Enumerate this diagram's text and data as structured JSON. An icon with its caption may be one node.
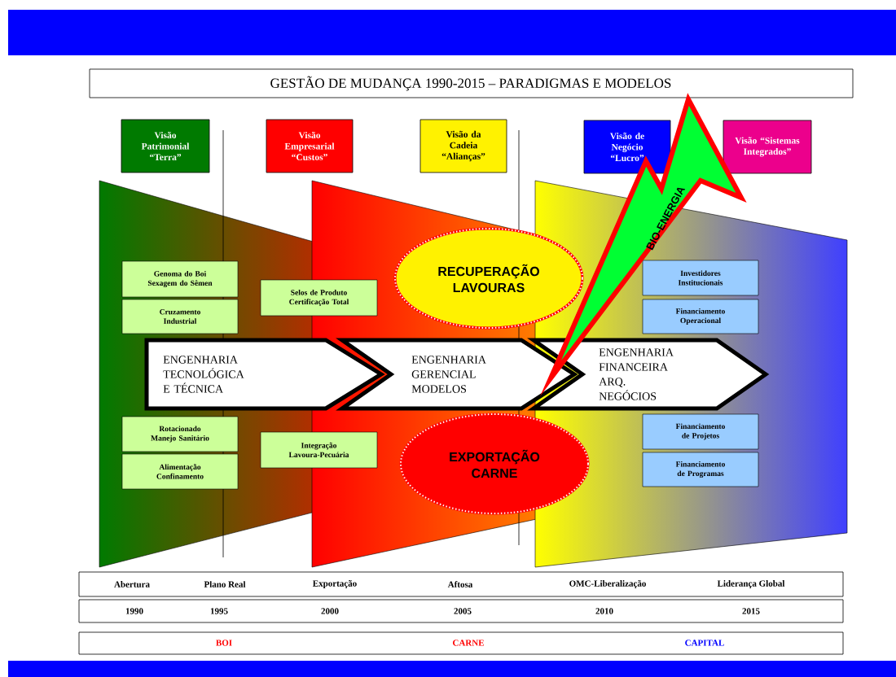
{
  "diagram": {
    "title": "GESTÃO DE MUDANÇA 1990-2015 – PARADIGMAS E MODELOS",
    "nodes": [
      {
        "text": [
          "Visão Patrimonial “Terra”"
        ]
      },
      {
        "text": [
          "Visão Empresarial “Custos”"
        ]
      },
      {
        "text": [
          "Visão da Cadeia “Alianças”"
        ]
      },
      {
        "text": [
          "Visão de Negócio “Lucro”"
        ]
      },
      {
        "text": [
          "Visão “Sistemas Integrados”"
        ]
      },
      {
        "text": [
          "Genoma do Boi Sexagem do Sêmen"
        ]
      },
      {
        "text": [
          "Cruzamento Industrial"
        ]
      },
      {
        "text": [
          "Selos de Produto Certificação Total"
        ]
      },
      {
        "text": [
          "RECUPERAÇÃO LAVOURAS"
        ]
      },
      {
        "text": [
          "BIO-ENERGIA"
        ]
      },
      {
        "text": [
          "Investidores Institucionais"
        ]
      },
      {
        "text": [
          "Financiamento Operacional"
        ]
      },
      {
        "text": [
          "ENGENHARIA TECNOLÓGICA E TÉCNICA"
        ]
      },
      {
        "text": [
          "ENGENHARIA GERENCIAL MODELOS"
        ]
      },
      {
        "text": [
          "ENGENHARIA FINANCEIRA ARQ. NEGÓCIOS"
        ]
      },
      {
        "text": [
          "Rotacionado Manejo Sanitário"
        ]
      },
      {
        "text": [
          "Alimentação Confinamento"
        ]
      },
      {
        "text": [
          "Integração Lavoura-Pecuária"
        ]
      },
      {
        "text": [
          "EXPORTAÇÃO CARNE"
        ]
      },
      {
        "text": [
          "Financiamento de Projetos"
        ]
      },
      {
        "text": [
          "Financiamento de Programas"
        ]
      }
    ],
    "labels": [
      "Abertura",
      "Plano Real",
      "Exportação",
      "Aftosa",
      "OMC-Liberalização",
      "Liderança Global",
      "1990",
      "1995",
      "2000",
      "2005",
      "2010",
      "2015",
      "BOI",
      "CARNE",
      "CAPITAL"
    ]
  }
}
